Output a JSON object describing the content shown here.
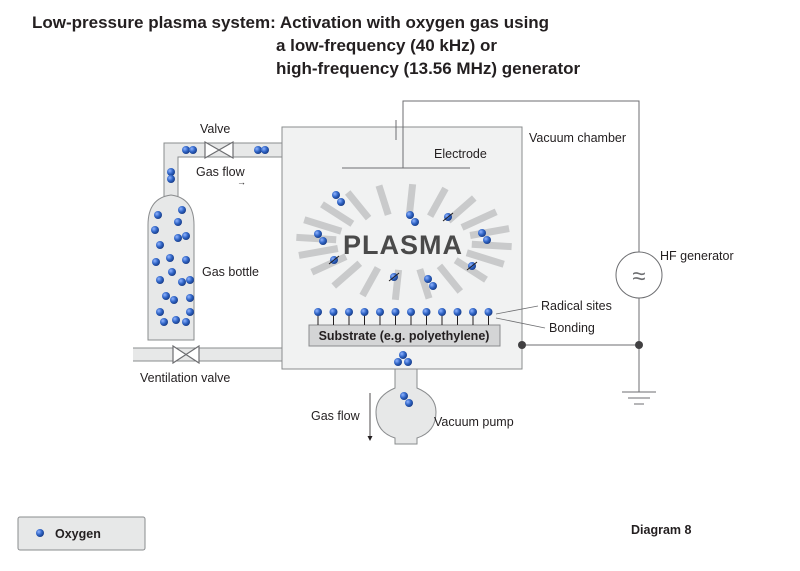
{
  "title": {
    "line1": "Low-pressure plasma system: Activation with oxygen gas using",
    "line2": "a low-frequency (40 kHz) or",
    "line3": "high-frequency (13.56 MHz) generator"
  },
  "labels": {
    "valve": "Valve",
    "gas_flow_top": "Gas flow",
    "gas_bottle": "Gas bottle",
    "ventilation_valve": "Ventilation valve",
    "vacuum_chamber": "Vacuum chamber",
    "electrode": "Electrode",
    "plasma": "PLASMA",
    "hf_generator": "HF generator",
    "radical_sites": "Radical sites",
    "bonding": "Bonding",
    "substrate": "Substrate (e.g. polyethylene)",
    "gas_flow_bottom": "Gas flow",
    "vacuum_pump": "Vacuum pump",
    "hf_symbol": "≈"
  },
  "legend": {
    "oxygen": "Oxygen"
  },
  "footer": {
    "diagram_number": "Diagram 8"
  },
  "colors": {
    "pipe_fill": "#e7e8e8",
    "pipe_stroke": "#8a8c8e",
    "chamber_fill": "#f1f2f2",
    "ray": "#c9cacb",
    "molecule": "#2e63c4",
    "substrate_fill": "#d4d5d6",
    "wire": "#6d6e71"
  }
}
